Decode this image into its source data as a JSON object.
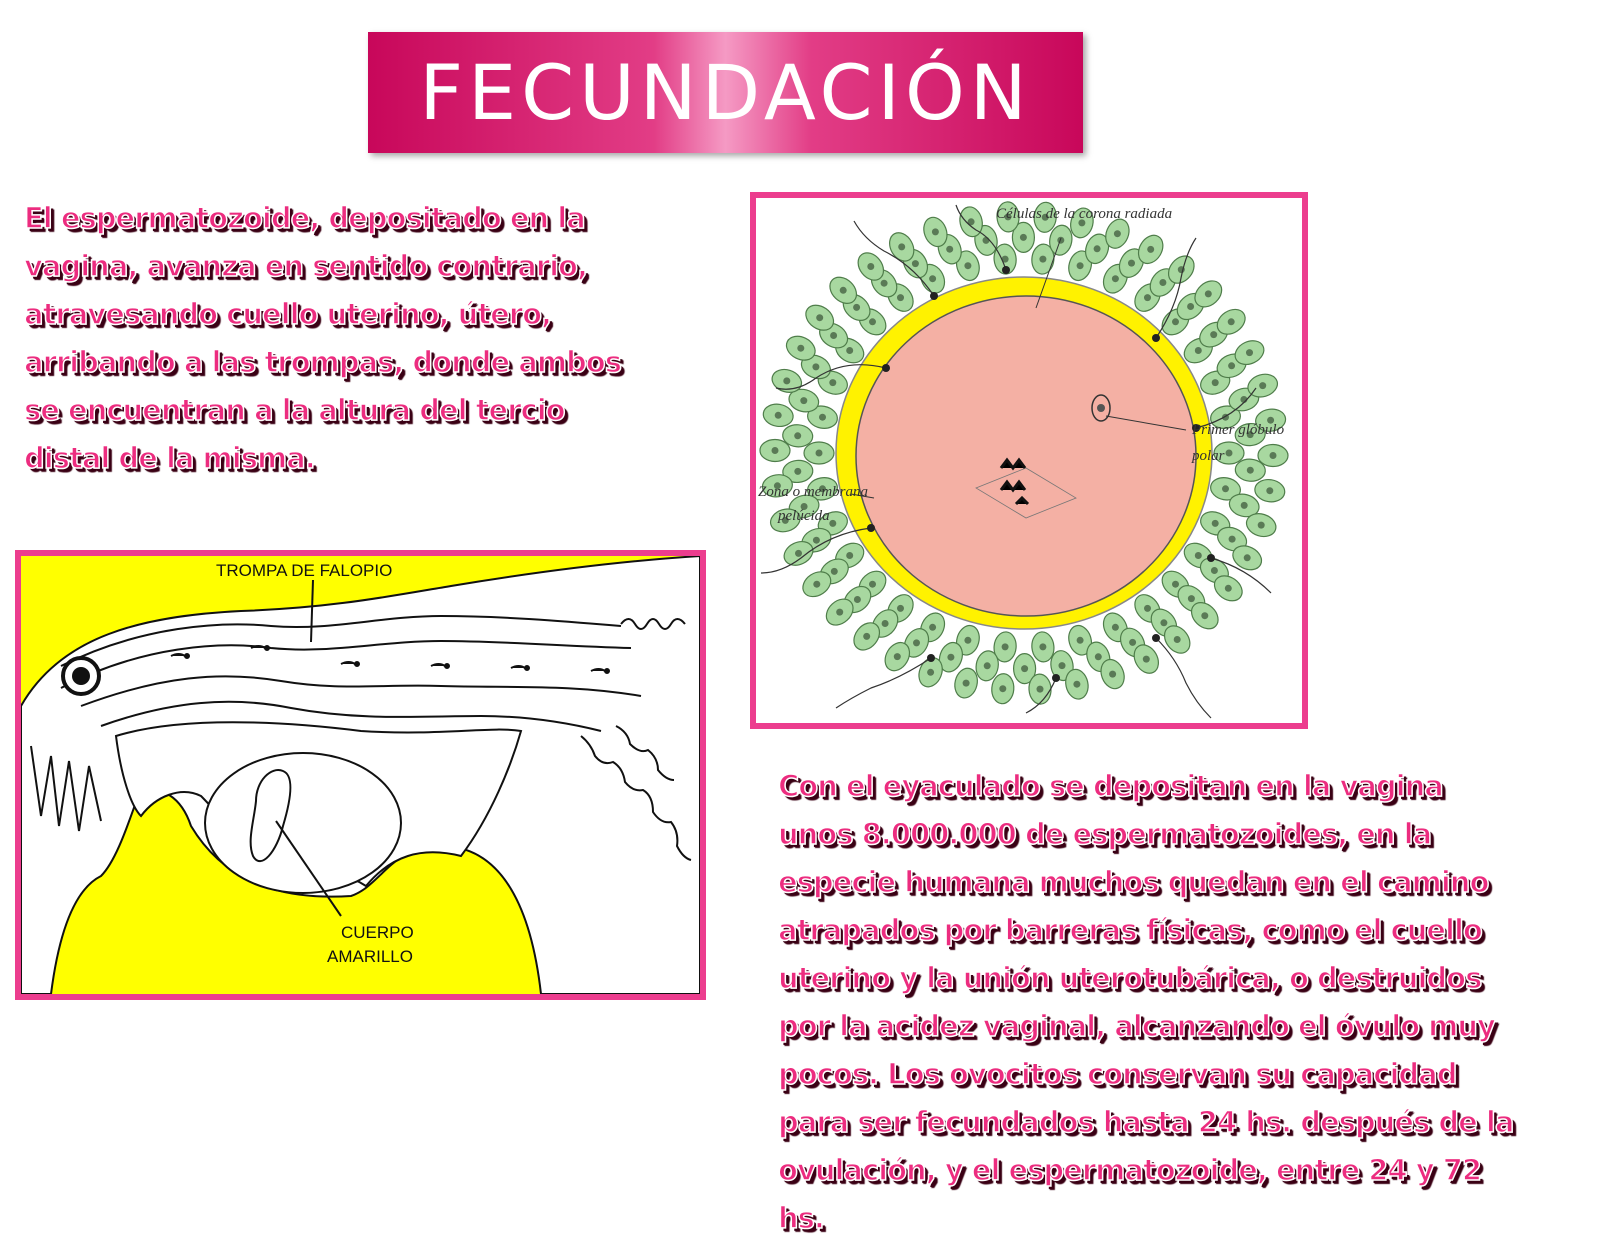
{
  "title": "FECUNDACIÓN",
  "paragraph_1": "El espermatozoide, depositado en la\nvagina, avanza en sentido contrario,\natravesando  cuello uterino,  útero,\narribando a las trompas, donde ambos\nse encuentran a la altura del tercio\ndistal de la misma.",
  "paragraph_2": "Con el eyaculado se depositan en la vagina\nunos 8.000.000 de espermatozoides, en la\nespecie humana muchos quedan en el camino\natrapados por barreras físicas, como el cuello\nuterino y la unión uterotubárica, o destruidos\npor la acidez vaginal, alcanzando el óvulo muy\npocos. Los ovocitos conservan su capacidad\npara ser fecundados hasta 24 hs. después de la\novulación, y el espermatozoide, entre 24 y 72\nhs.",
  "tube_figure": {
    "label_tube": "TROMPA DE FALOPIO",
    "label_body_1": "CUERPO",
    "label_body_2": "AMARILLO"
  },
  "ovum_figure": {
    "label_corona": "Células de la corona radiada",
    "label_polar_1": "Primer glóbulo",
    "label_polar_2": "polar",
    "label_zona_1": "Zona o membrana",
    "label_zona_2": "pelúcida"
  },
  "colors": {
    "accent_pink": "#ec3d8e",
    "text_pink": "#ec2c7f",
    "banner_magenta": "#c8075a",
    "figure_yellow": "#ffff00",
    "cell_green": "#a8d8a0",
    "ovum_pink": "#f4b0a4",
    "zona_yellow": "#fff200"
  }
}
